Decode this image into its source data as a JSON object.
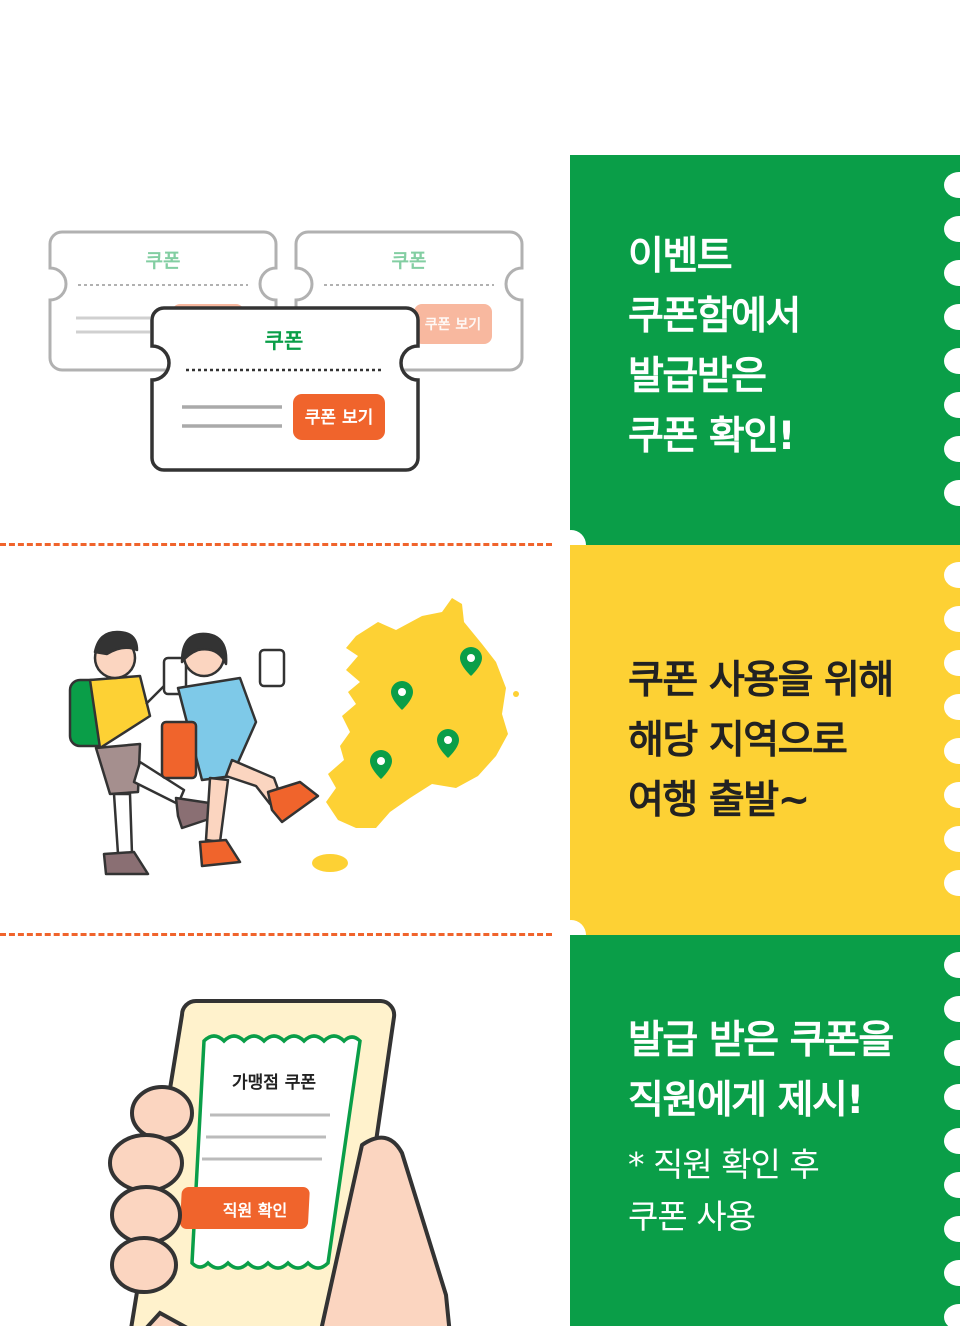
{
  "steps": [
    {
      "title": "이벤트\n쿠폰함에서\n발급받은\n쿠폰 확인!"
    },
    {
      "title": "쿠폰 사용을 위해\n해당 지역으로\n여행 출발~"
    },
    {
      "title": "발급 받은 쿠폰을\n직원에게 제시!",
      "note": "* 직원 확인 후\n쿠폰 사용"
    }
  ],
  "coupons": {
    "label": "쿠폰",
    "button": "쿠폰 보기"
  },
  "phone": {
    "coupon_title": "가맹점 쿠폰",
    "confirm_button": "직원 확인"
  },
  "colors": {
    "green": "#0a9e48",
    "yellow": "#fdd134",
    "orange": "#f0642c"
  },
  "icons": [
    "map-pin-icon",
    "coupon-ticket-icon",
    "smartphone-icon"
  ]
}
